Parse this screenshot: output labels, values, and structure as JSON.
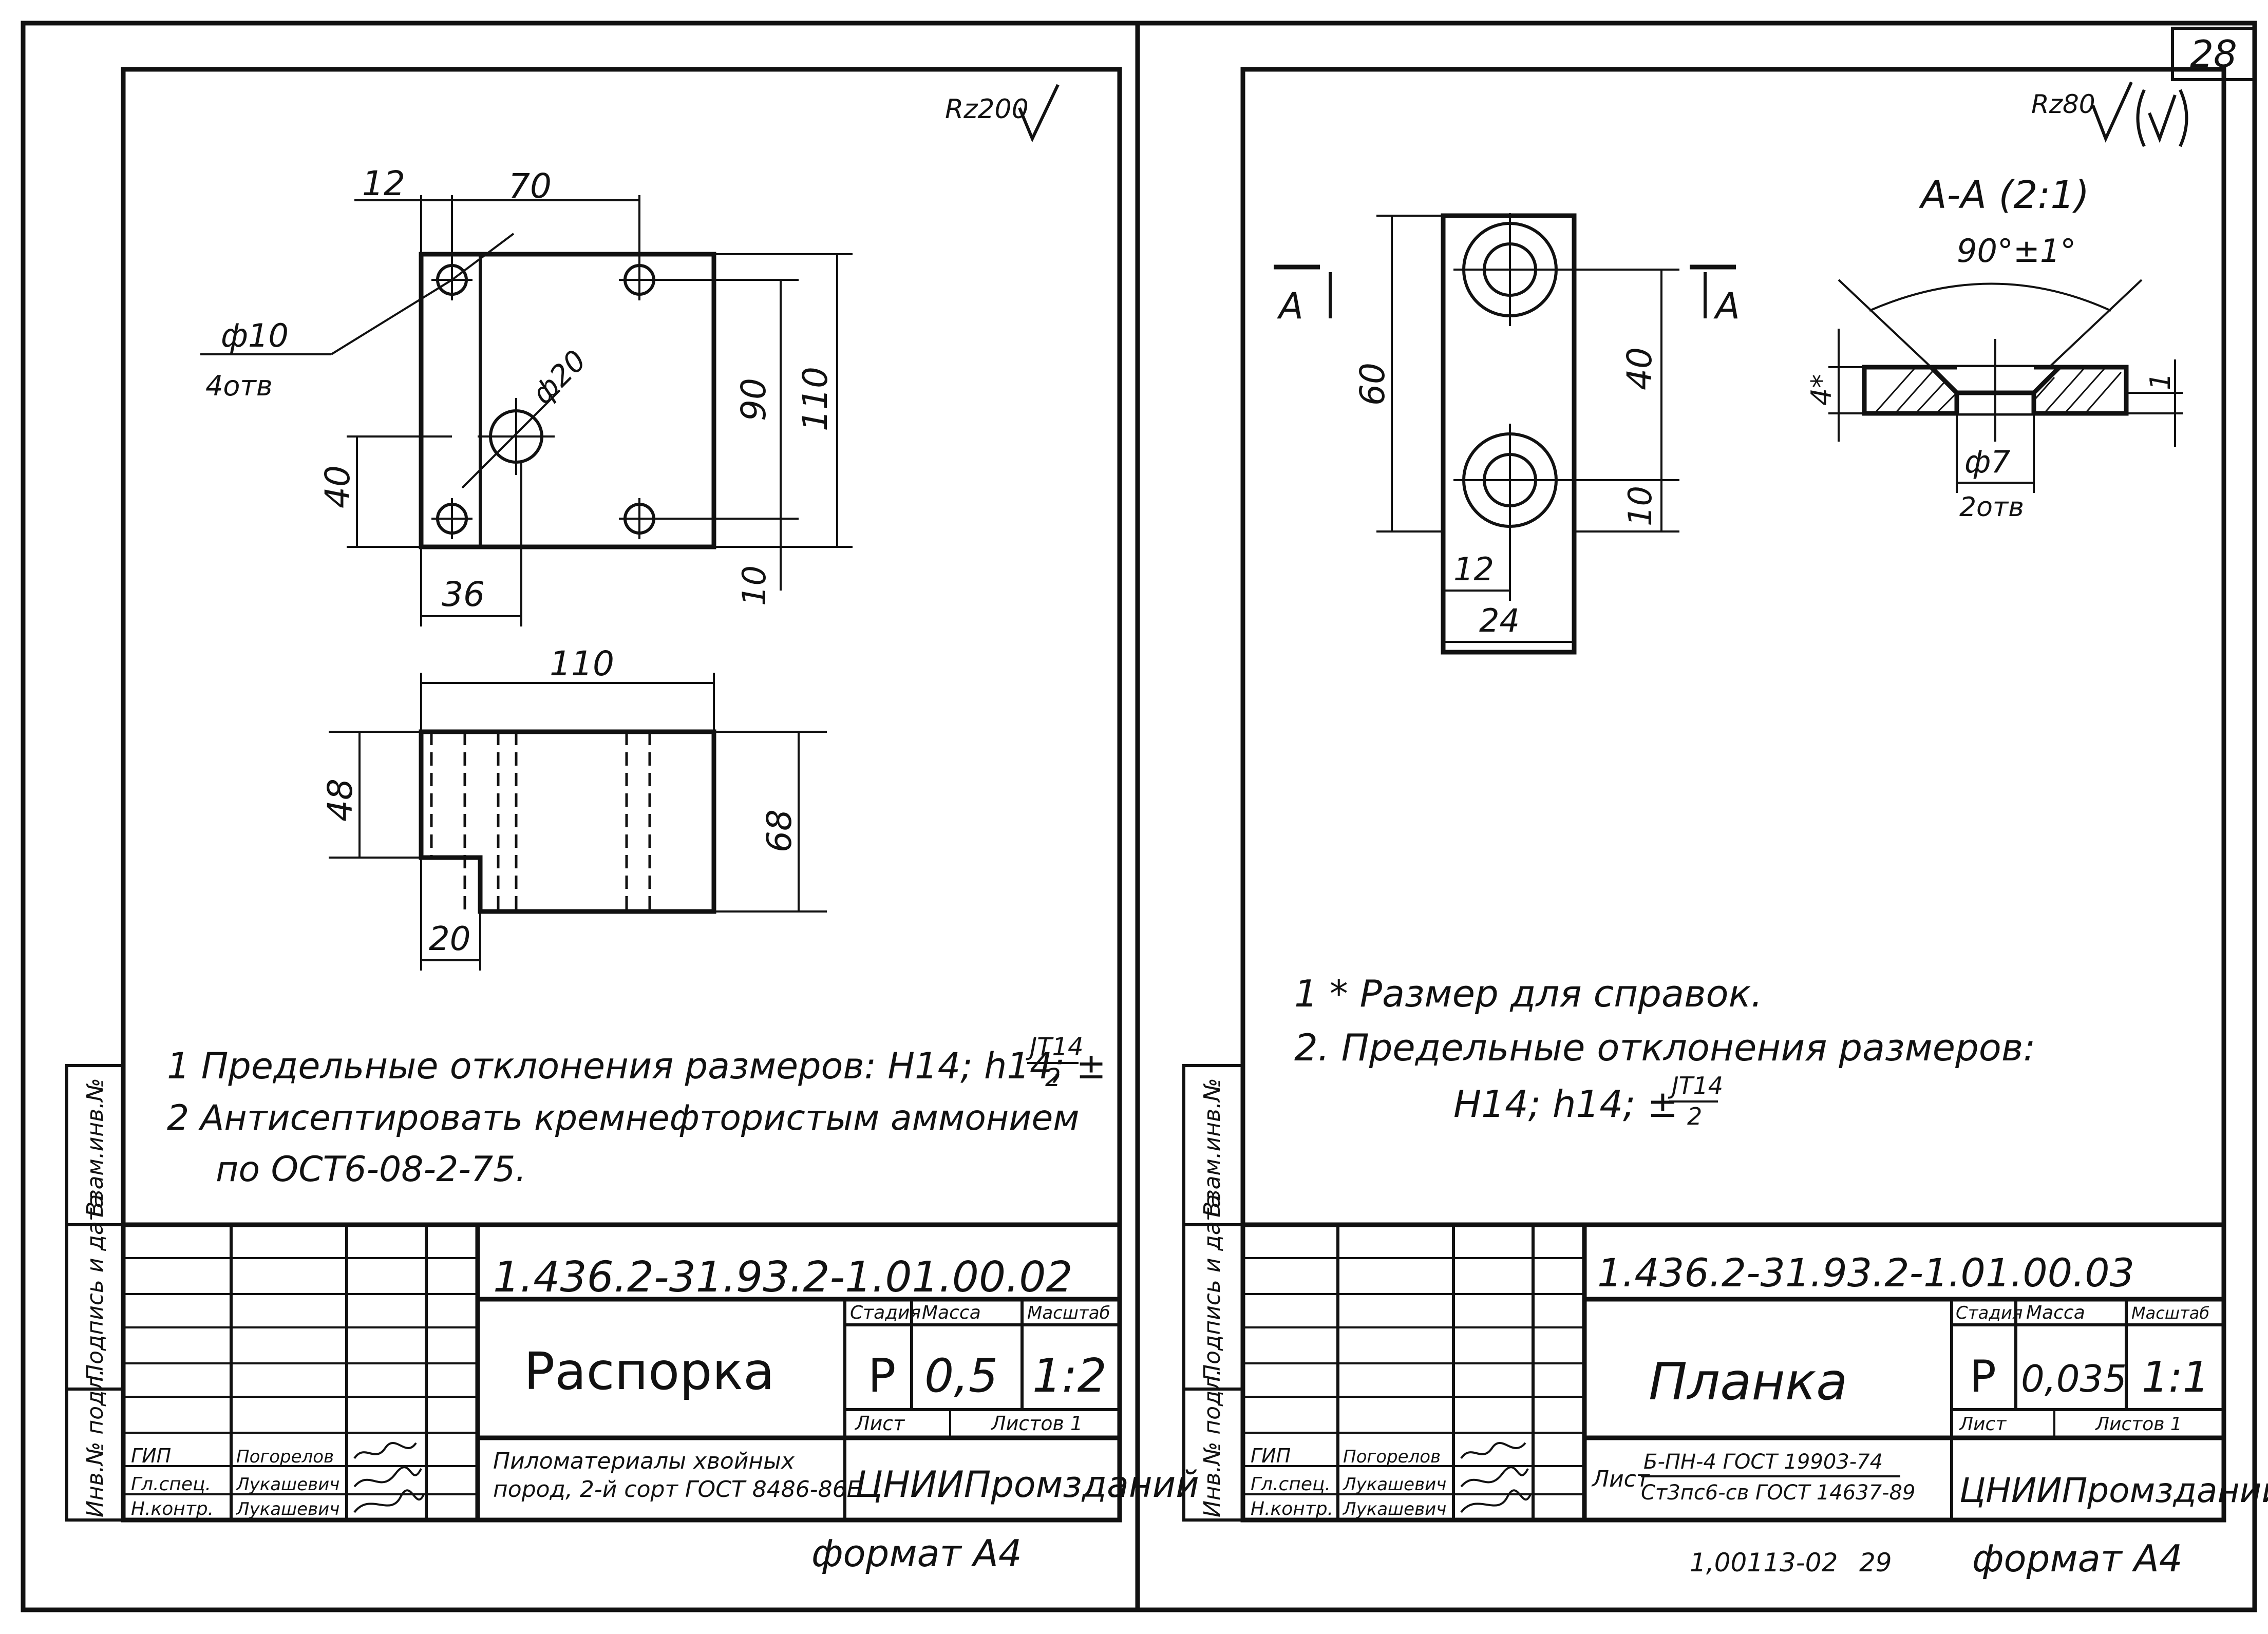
{
  "page_number": "28",
  "bottom_code": "1,00113-02",
  "bottom_page": "29",
  "left": {
    "roughness": "Rz200",
    "dims": {
      "d12": "12",
      "d70": "70",
      "hole": "ф10",
      "hole_count": "4отв",
      "big_hole": "ф20",
      "d40": "40",
      "d90": "90",
      "d110v": "110",
      "d36": "36",
      "d10": "10",
      "d110h": "110",
      "d48": "48",
      "d68": "68",
      "d20": "20"
    },
    "notes": [
      "1 Предельные отклонения размеров: Н14; h14; ±",
      "2 Антисептировать кремнефтористым аммонием",
      "по ОСТ6-08-2-75."
    ],
    "tol_num": "JT14",
    "tol_den": "2",
    "side_labels": [
      "Взам.инв.№",
      "Подпись и дата",
      "Инв.№ подл."
    ],
    "title_block": {
      "code": "1.436.2-31.93.2-1.01.00.02",
      "name": "Распорка",
      "stage_hdr": "Стадия",
      "mass_hdr": "Масса",
      "scale_hdr": "Масштаб",
      "stage": "Р",
      "mass": "0,5",
      "scale": "1:2",
      "sheet_hdr": "Лист",
      "sheets_hdr": "Листов 1",
      "material": [
        "Пиломатериалы хвойных",
        "пород, 2-й сорт ГОСТ 8486-86Е"
      ],
      "org": "ЦНИИПромзданий",
      "roles": [
        "ГИП",
        "Гл.спец.",
        "Н.контр."
      ],
      "names": [
        "Погорелов",
        "Лукашевич",
        "Лукашевич"
      ]
    },
    "format": "формат А4"
  },
  "right": {
    "roughness": "Rz80",
    "section_title": "А-А (2:1)",
    "angle": "90°±1°",
    "section_mark": "А",
    "dims": {
      "d60": "60",
      "d40": "40",
      "d10": "10",
      "d12": "12",
      "d24": "24",
      "d4": "4*",
      "d1": "1",
      "hole": "ф7",
      "hole_count": "2отв"
    },
    "notes": [
      "1 * Размер для справок.",
      "2. Предельные отклонения размеров:",
      "Н14; h14; ±"
    ],
    "tol_num": "JT14",
    "tol_den": "2",
    "side_labels": [
      "Взам.инв.№",
      "Подпись и дата",
      "Инв.№ подл."
    ],
    "title_block": {
      "code": "1.436.2-31.93.2-1.01.00.03",
      "name": "Планка",
      "stage_hdr": "Стадия",
      "mass_hdr": "Масса",
      "scale_hdr": "Масштаб",
      "stage": "Р",
      "mass": "0,035",
      "scale": "1:1",
      "sheet_hdr": "Лист",
      "sheets_hdr": "Листов 1",
      "material_prefix": "Лист",
      "material": [
        "Б-ПН-4 ГОСТ 19903-74",
        "Ст3пс6-св ГОСТ 14637-89"
      ],
      "org": "ЦНИИПромзданий",
      "roles": [
        "ГИП",
        "Гл.спец.",
        "Н.контр."
      ],
      "names": [
        "Погорелов",
        "Лукашевич",
        "Лукашевич"
      ]
    },
    "format": "формат А4"
  }
}
